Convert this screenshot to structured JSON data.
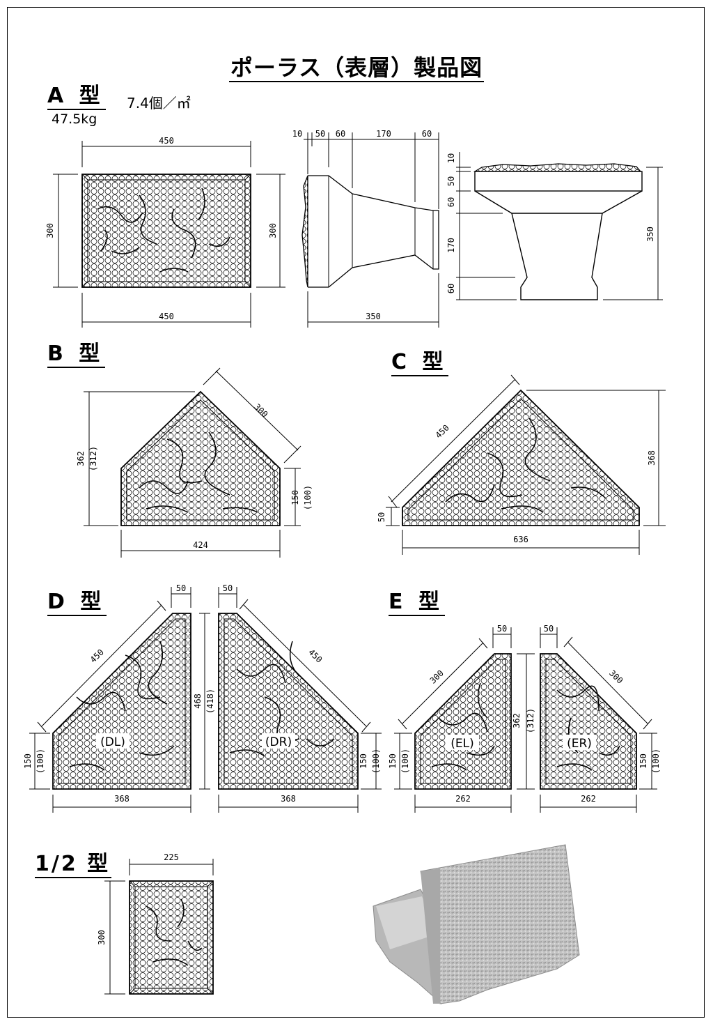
{
  "title": "ポーラス（表層）製品図",
  "types": {
    "a": {
      "label": "A 型",
      "density": "7.4個／㎡",
      "weight": "47.5kg"
    },
    "b": {
      "label": "B 型"
    },
    "c": {
      "label": "C 型"
    },
    "d": {
      "label": "D 型"
    },
    "e": {
      "label": "E 型"
    },
    "half": {
      "label": "1/2 型"
    }
  },
  "dims": {
    "a_top": "450",
    "a_bottom": "450",
    "a_left": "300",
    "a_right": "300",
    "a_side_10": "10",
    "a_side_50": "50",
    "a_side_60a": "60",
    "a_side_170": "170",
    "a_side_60b": "60",
    "a_side_350": "350",
    "a_front_10": "10",
    "a_front_50": "50",
    "a_front_60a": "60",
    "a_front_170": "170",
    "a_front_60b": "60",
    "a_front_350": "350",
    "b_300": "300",
    "b_362": "362",
    "b_312": "(312)",
    "b_150": "150",
    "b_100": "(100)",
    "b_424": "424",
    "c_450": "450",
    "c_368": "368",
    "c_50": "50",
    "c_636": "636",
    "d_50l": "50",
    "d_50r": "50",
    "d_450l": "450",
    "d_450r": "450",
    "d_468": "468",
    "d_418": "(418)",
    "d_150l": "150",
    "d_100l": "(100)",
    "d_150r": "150",
    "d_100r": "(100)",
    "d_368l": "368",
    "d_368r": "368",
    "d_dl": "(DL)",
    "d_dr": "(DR)",
    "e_50l": "50",
    "e_50r": "50",
    "e_300l": "300",
    "e_300r": "300",
    "e_362": "362",
    "e_312": "(312)",
    "e_150l": "150",
    "e_100l": "(100)",
    "e_150r": "150",
    "e_100r": "(100)",
    "e_262l": "262",
    "e_262r": "262",
    "e_el": "(EL)",
    "e_er": "(ER)",
    "h_225": "225",
    "h_300": "300"
  },
  "colors": {
    "line": "#000000",
    "photo_light": "#c9c9c9",
    "photo_dark": "#8c8c8c"
  }
}
